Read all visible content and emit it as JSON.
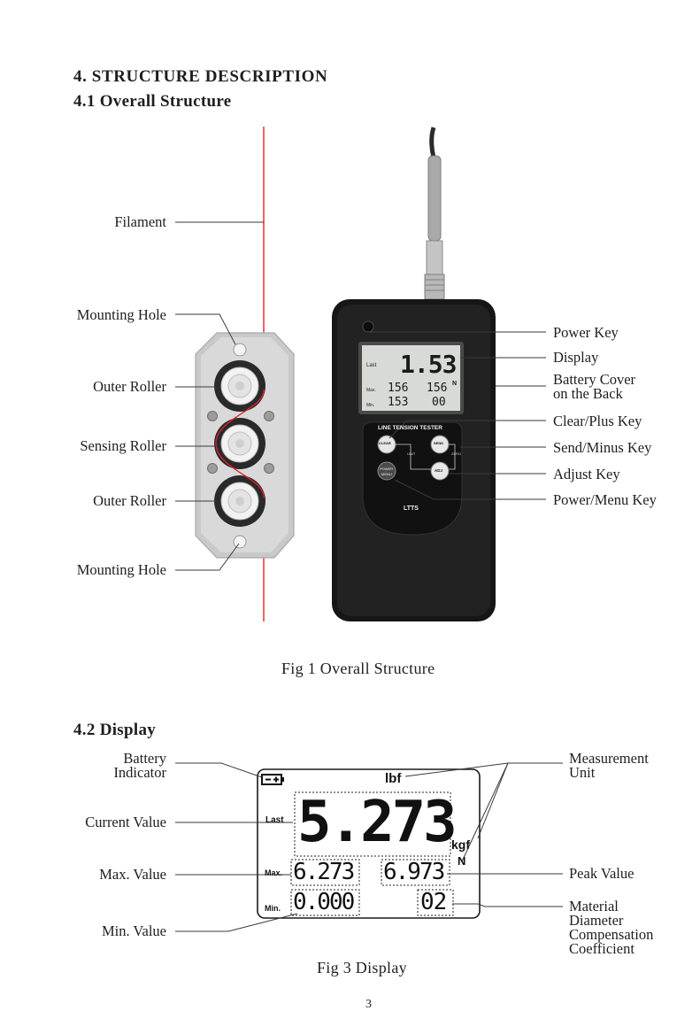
{
  "section": {
    "heading": "4. STRUCTURE DESCRIPTION",
    "subheading_structure": "4.1 Overall Structure",
    "subheading_display": "4.2 Display"
  },
  "figure1": {
    "caption": "Fig 1 Overall Structure",
    "left_labels": {
      "filament": "Filament",
      "mounting_hole_top": "Mounting Hole",
      "outer_roller_top": "Outer Roller",
      "sensing_roller": "Sensing Roller",
      "outer_roller_bottom": "Outer Roller",
      "mounting_hole_bottom": "Mounting Hole"
    },
    "right_labels": {
      "power_key": "Power Key",
      "display": "Display",
      "battery_cover_line1": "Battery Cover",
      "battery_cover_line2": "on the Back",
      "clear_plus_key": "Clear/Plus Key",
      "send_minus_key": "Send/Minus Key",
      "adjust_key": "Adjust Key",
      "power_menu_key": "Power/Menu Key"
    },
    "device": {
      "panel_title": "LINE TENSION TESTER",
      "model": "LTTS",
      "key_clear": "CLEAR",
      "key_send": "SEND",
      "key_adj": "ADJ",
      "key_power": "POWER",
      "key_menu": "MENU",
      "unit_tag": "UNIT",
      "zero_tag": "ZERO",
      "lcd_last_label": "Last",
      "lcd_max_label": "Max.",
      "lcd_min_label": "Min.",
      "lcd_last_value": "1.53",
      "lcd_max_value": "156",
      "lcd_peak_value": "156",
      "lcd_min_value": "153",
      "lcd_coef_value": "00",
      "lcd_unit": "N"
    }
  },
  "figure3": {
    "caption": "Fig 3 Display",
    "left_labels": {
      "battery_line1": "Battery",
      "battery_line2": "Indicator",
      "current_value": "Current Value",
      "max_value": "Max. Value",
      "min_value": "Min. Value"
    },
    "right_labels": {
      "measurement_line1": "Measurement",
      "measurement_line2": "Unit",
      "peak_value": "Peak Value",
      "material_line1": "Material",
      "material_line2": "Diameter",
      "material_line3": "Compensation",
      "material_line4": "Coefficient"
    },
    "lcd": {
      "unit_lbf": "lbf",
      "unit_kgf": "kgf",
      "unit_n": "N",
      "last_label": "Last",
      "max_label": "Max.",
      "min_label": "Min.",
      "current_value": "5.273",
      "max_value": "6.273",
      "peak_value": "6.973",
      "min_value": "0.000",
      "coefficient": "02"
    }
  },
  "page_number": "3"
}
